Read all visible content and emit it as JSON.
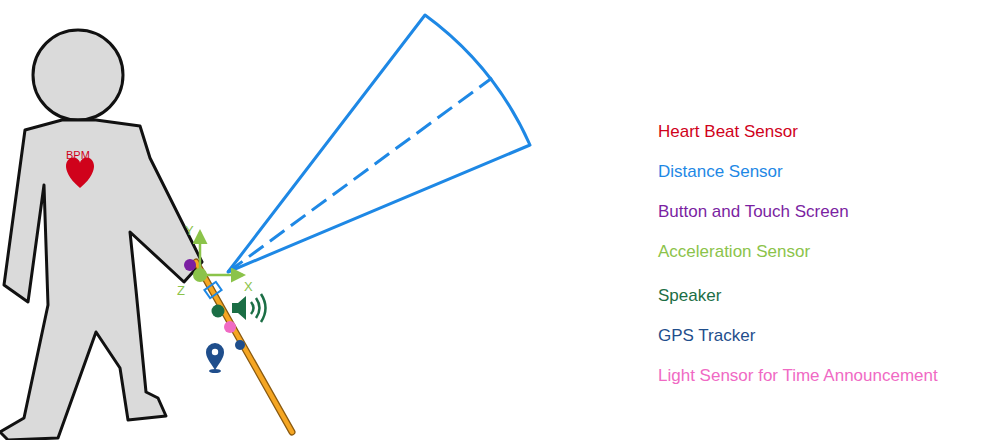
{
  "diagram": {
    "labels": [
      "BPM",
      "Y",
      "Z",
      "X"
    ],
    "legend": [
      {
        "text": "Heart Beat Sensor",
        "color": "#d0021b"
      },
      {
        "text": "Distance Sensor",
        "color": "#1e88e5"
      },
      {
        "text": "Button and Touch Screen",
        "color": "#7b1fa2"
      },
      {
        "text": "Acceleration Sensor",
        "color": "#8bc34a"
      },
      {
        "text": "Speaker",
        "color": "#1b6e45"
      },
      {
        "text": "GPS Tracker",
        "color": "#1f4e8c"
      },
      {
        "text": "Light Sensor for Time Announcement",
        "color": "#f06ac4"
      }
    ]
  }
}
